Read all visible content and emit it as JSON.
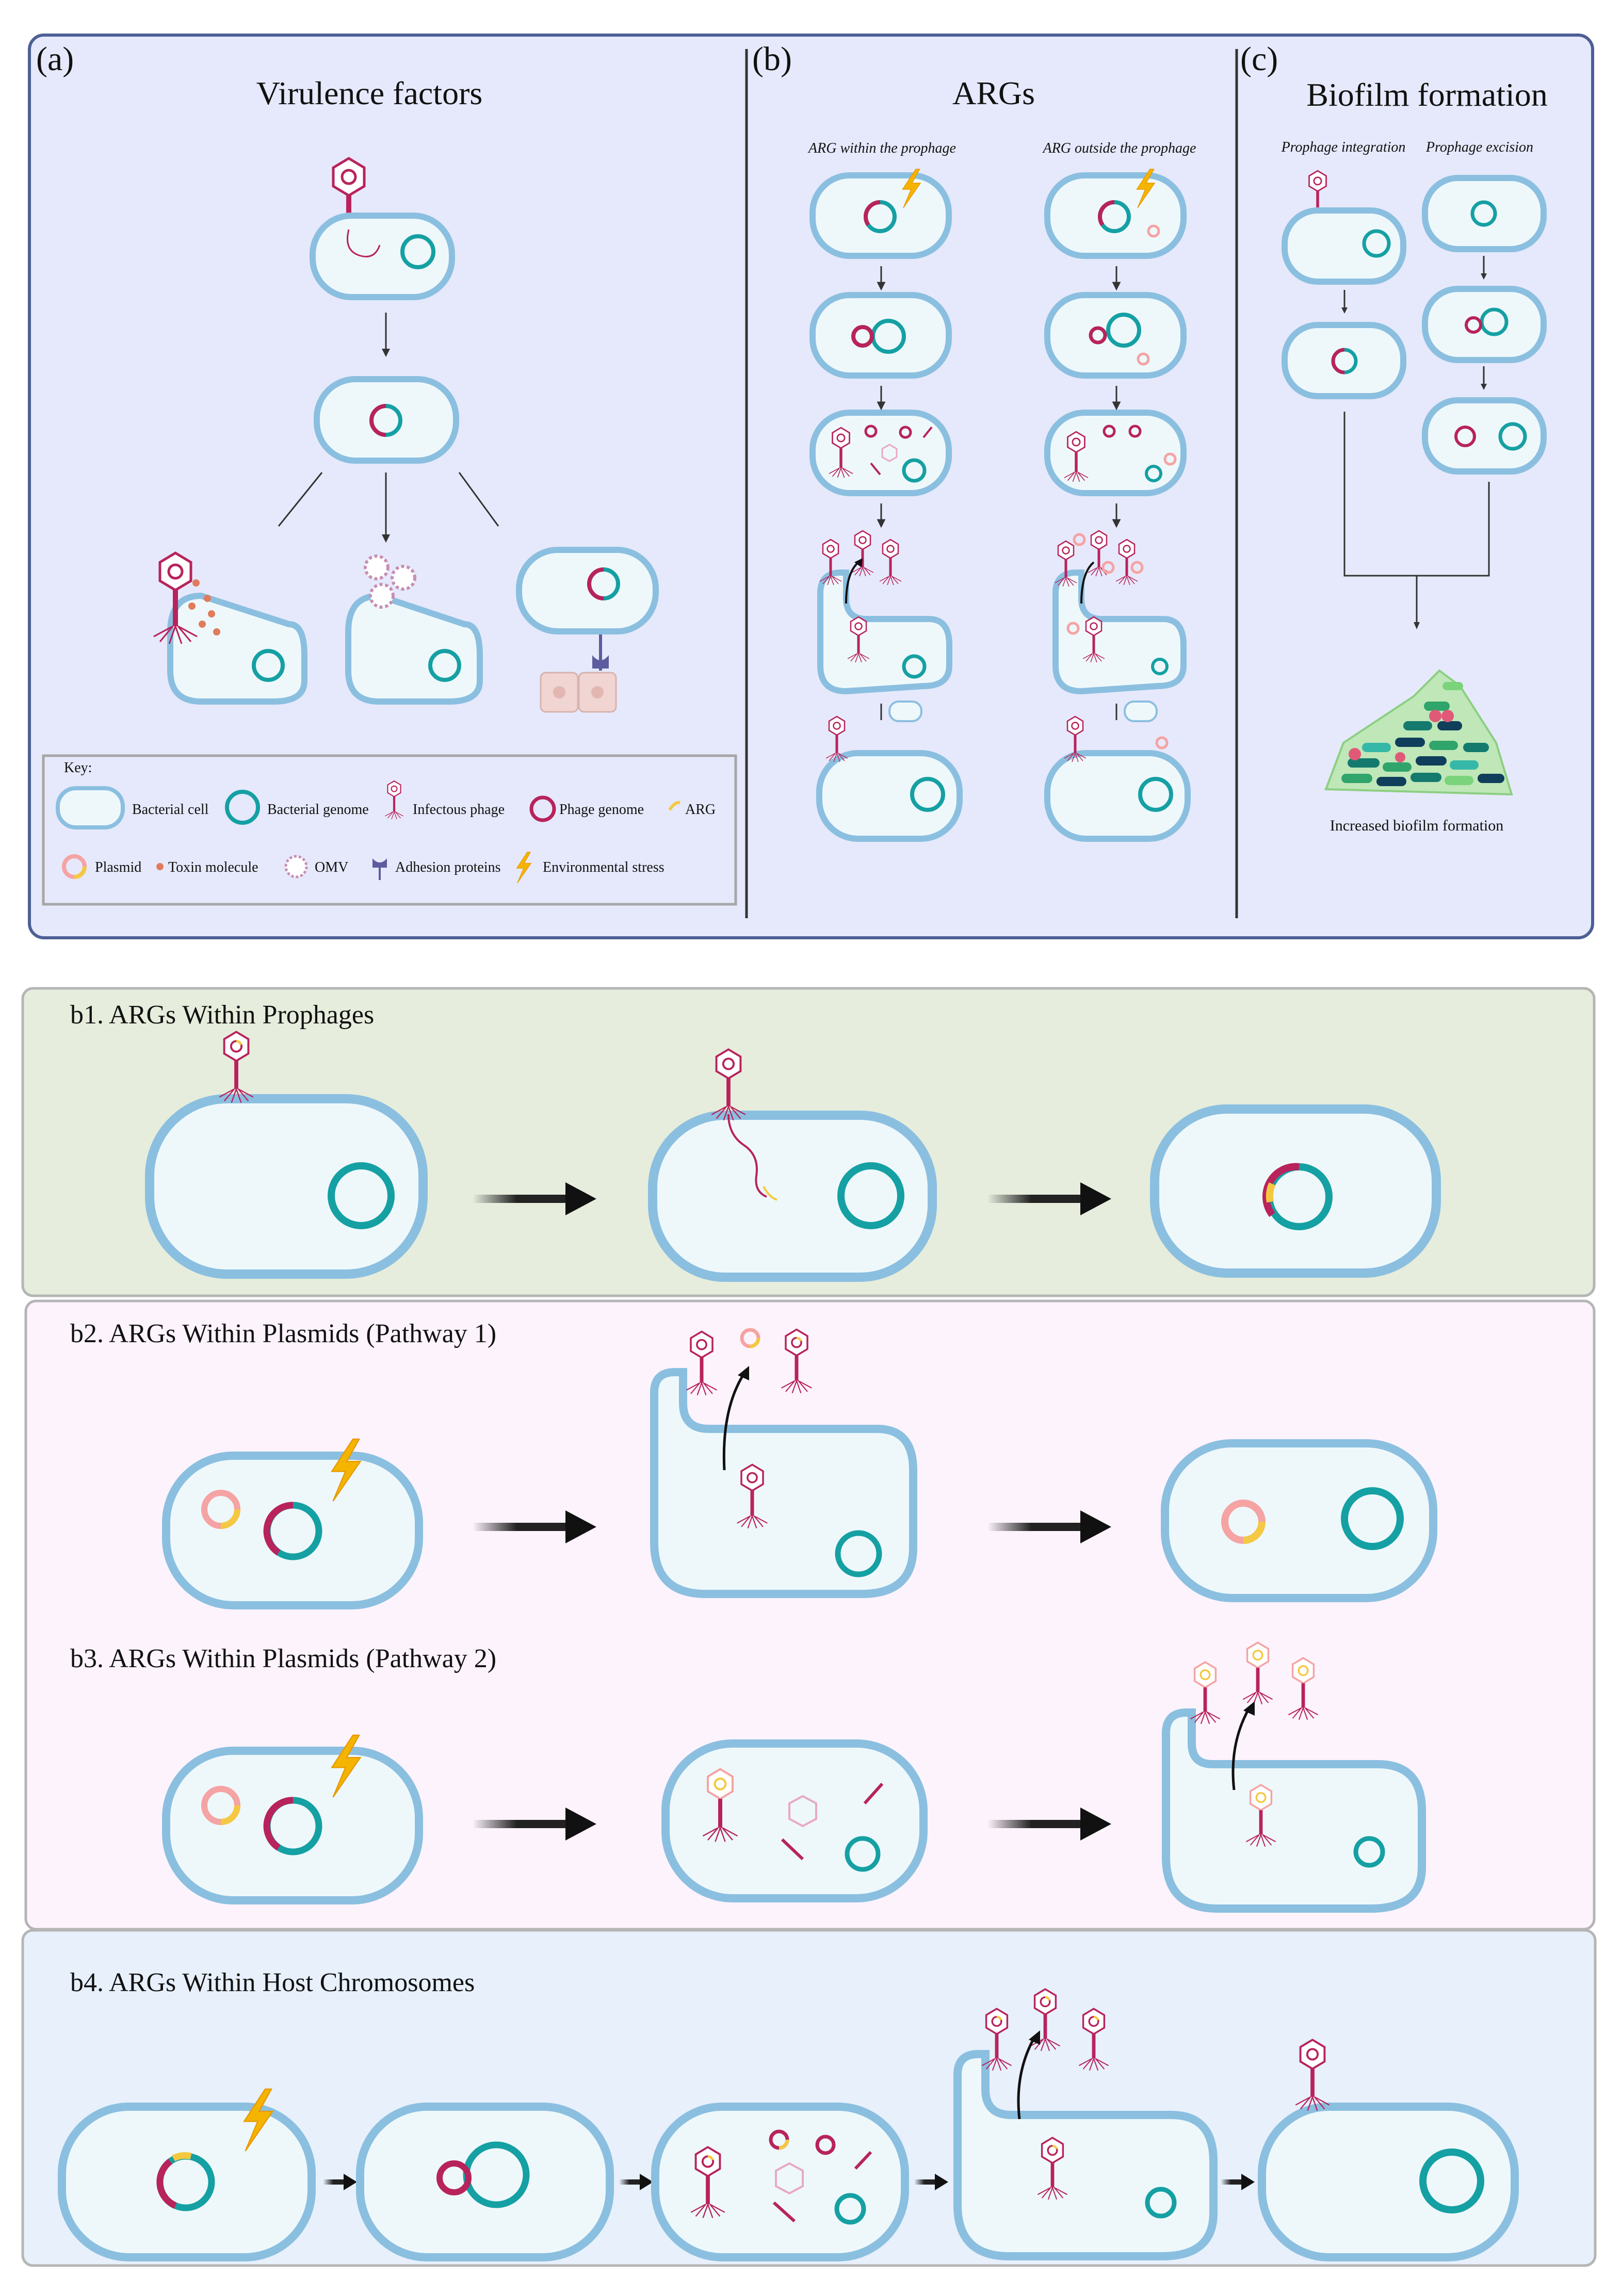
{
  "panel_a": {
    "label": "(a)",
    "title": "Virulence factors"
  },
  "panel_b": {
    "label": "(b)",
    "title": "ARGs",
    "sub_left": "ARG within the prophage",
    "sub_right": "ARG outside the prophage"
  },
  "panel_c": {
    "label": "(c)",
    "title": "Biofilm formation",
    "sub_left": "Prophage integration",
    "sub_right": "Prophage excision",
    "caption": "Increased biofilm formation"
  },
  "key": {
    "title": "Key:",
    "items": [
      "Bacterial cell",
      "Bacterial genome",
      "Infectous phage",
      "Phage genome",
      "ARG",
      "Plasmid",
      "Toxin molecule",
      "OMV",
      "Adhesion proteins",
      "Environmental stress"
    ]
  },
  "b1": {
    "title": "b1. ARGs Within Prophages"
  },
  "b2": {
    "title": "b2. ARGs Within Plasmids (Pathway 1)"
  },
  "b3": {
    "title": "b3. ARGs Within Plasmids (Pathway 2)"
  },
  "b4": {
    "title": "b4. ARGs Within Host Chromosomes"
  },
  "colors": {
    "top_panel": "#e6e9fb",
    "b1_bg": "#e6eddc",
    "b23_bg": "#fdf3fc",
    "b4_bg": "#e7f0fb",
    "cell_stroke": "#8bbfe0",
    "cell_fill": "#eef8fb",
    "genome": "#15a0a3",
    "phage": "#b8235c",
    "arg": "#f5c842",
    "plasmid": "#f5a3a3"
  }
}
